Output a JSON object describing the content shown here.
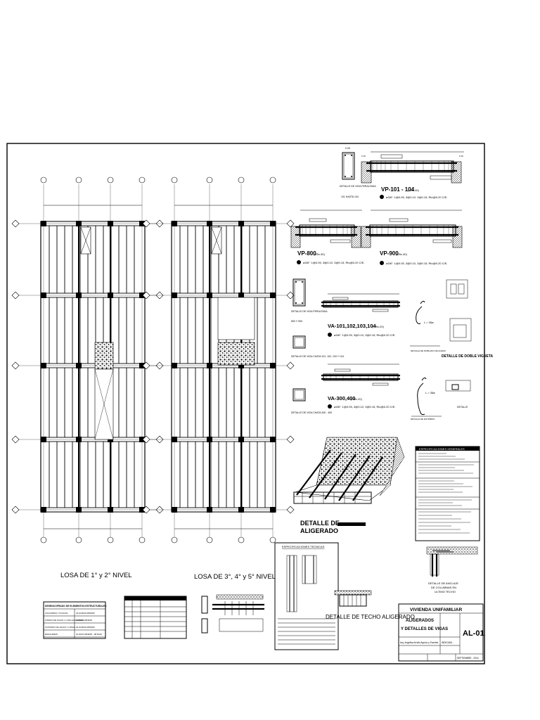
{
  "plans": {
    "left_label": "LOSA DE 1° y 2° NIVEL",
    "right_label": "LOSA DE 3°, 4° y 5° NIVEL"
  },
  "beams": {
    "vp101": "VP-101 - 104",
    "vp101_suffix": "(.25x.40)",
    "vp800": "VP-800",
    "vp800_suffix": "(.25x.30)",
    "vp900": "VP-900",
    "vp900_suffix": "(.25x.40)",
    "va101": "VA-101,102,103,104",
    "va101_suffix": "(.25x.20)",
    "va300": "VA-300,400",
    "va300_suffix": "(.25x.20)",
    "stirrups_note": "ø3/8\": 1@0.05, 3@0.10, 3@0.15, Rto@0.20 C/E.",
    "det_vp_peraltada_1": "DETALLE DE VIGA PERALTADA",
    "det_vp_peraltada_2": "101 HASTA 104",
    "det_vp_800_1": "DETALLE DE VIGA PERALTADA",
    "det_vp_800_2": "800 Y 900.",
    "det_chata_1": "DETALLE DE VIGA CHATA 101, 102, 103 Y 104.",
    "det_chata_2": "DETALLE DE VIGA CHATA 300 - 400"
  },
  "details": {
    "doble_vigueta": "DETALLE DE DOBLE VIGUETA",
    "aligerado": [
      "DETALLE DE",
      "ALIGERADO"
    ],
    "techo_aligerado": "DETALLE DE TECHO ALIGERADO",
    "anclaje": [
      "DETALLE DE ANCLAJE",
      "DE COLUMNAS EN",
      "ULTIMO TECHO"
    ],
    "especificaciones": "ESPECIFICACIONES TECNICAS"
  },
  "legend": {
    "title": "DESENCOFRADO DE ELEMENTOS ESTRUCTURALES",
    "rows": [
      [
        "COLUMNAS Y PLACAS",
        "24 HORAS MINIMO"
      ],
      [
        "FONDO DE VIGAS Y LOSA ALIGERADA",
        "21 DIAS MINIMO"
      ],
      [
        "COSTADO DE VIGAS Y LOSAS",
        "24 HORAS MINIMO"
      ],
      [
        "ESCALERAS",
        "21 DIAS MINIMO - 28 DIAS"
      ]
    ]
  },
  "title_block": {
    "project": "VIVIENDA UNIFAMILIAR",
    "sheet_title_1": "ALIGERADOS",
    "sheet_title_2": "Y DETALLES DE VIGAS",
    "sheet_code": "AL-01",
    "author": "Arq. Angélica Arrollo Aquino y Fuentes",
    "date": "SEPTIEMBRE - 2016",
    "scale": "INDICADA"
  }
}
